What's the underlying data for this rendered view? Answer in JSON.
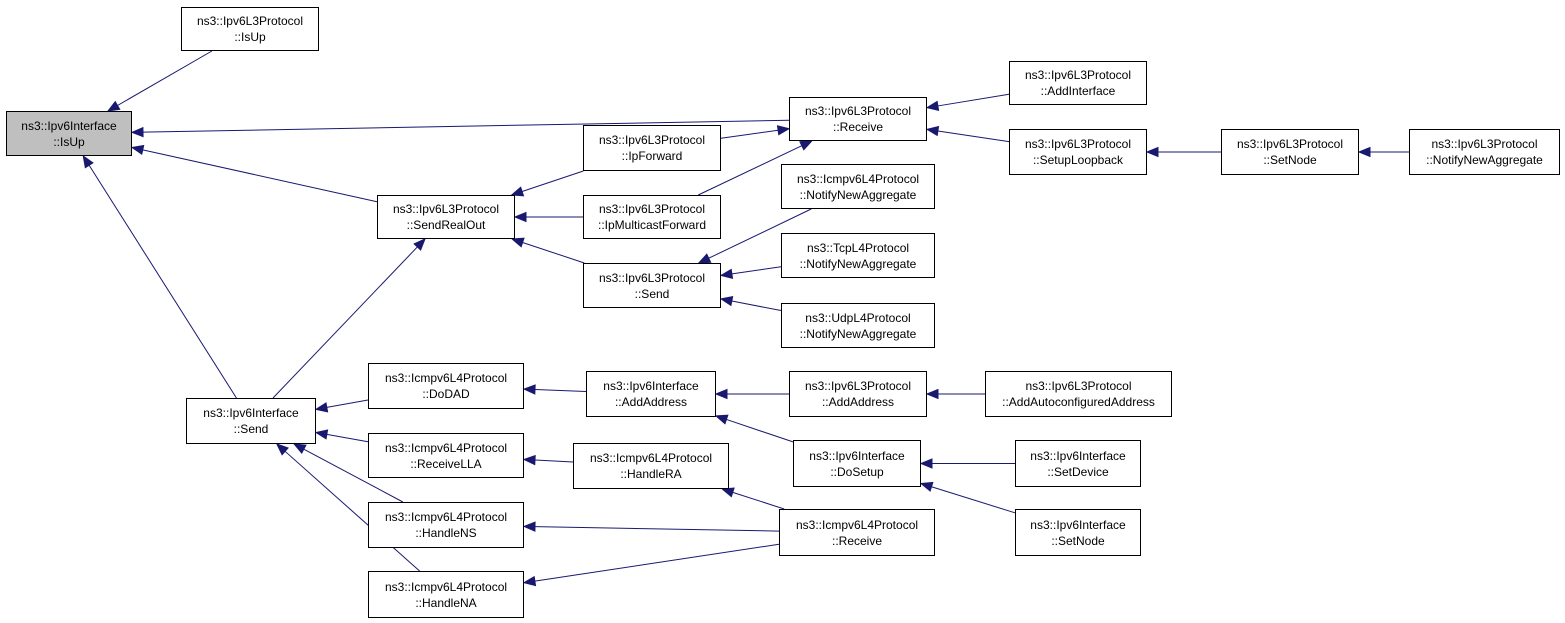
{
  "colors": {
    "edge": "#191970",
    "node_border": "#000000",
    "root_fill": "#bfbfbf",
    "node_fill": "#ffffff"
  },
  "nodes": [
    {
      "id": "root",
      "line1": "ns3::Ipv6Interface",
      "line2": "::IsUp",
      "root": true
    },
    {
      "id": "l3-isup",
      "line1": "ns3::Ipv6L3Protocol",
      "line2": "::IsUp"
    },
    {
      "id": "l3-receive",
      "line1": "ns3::Ipv6L3Protocol",
      "line2": "::Receive"
    },
    {
      "id": "l3-addinterface",
      "line1": "ns3::Ipv6L3Protocol",
      "line2": "::AddInterface"
    },
    {
      "id": "l3-setuploopback",
      "line1": "ns3::Ipv6L3Protocol",
      "line2": "::SetupLoopback"
    },
    {
      "id": "l3-setnode",
      "line1": "ns3::Ipv6L3Protocol",
      "line2": "::SetNode"
    },
    {
      "id": "l3-notifynewaggregate",
      "line1": "ns3::Ipv6L3Protocol",
      "line2": "::NotifyNewAggregate"
    },
    {
      "id": "l3-ipforward",
      "line1": "ns3::Ipv6L3Protocol",
      "line2": "::IpForward"
    },
    {
      "id": "l3-sendrealout",
      "line1": "ns3::Ipv6L3Protocol",
      "line2": "::SendRealOut"
    },
    {
      "id": "l3-ipmulticastforward",
      "line1": "ns3::Ipv6L3Protocol",
      "line2": "::IpMulticastForward"
    },
    {
      "id": "icmp-notifynewaggregate",
      "line1": "ns3::Icmpv6L4Protocol",
      "line2": "::NotifyNewAggregate"
    },
    {
      "id": "tcp-notifynewaggregate",
      "line1": "ns3::TcpL4Protocol",
      "line2": "::NotifyNewAggregate"
    },
    {
      "id": "l3-send",
      "line1": "ns3::Ipv6L3Protocol",
      "line2": "::Send"
    },
    {
      "id": "udp-notifynewaggregate",
      "line1": "ns3::UdpL4Protocol",
      "line2": "::NotifyNewAggregate"
    },
    {
      "id": "iface-send",
      "line1": "ns3::Ipv6Interface",
      "line2": "::Send"
    },
    {
      "id": "icmp-dodad",
      "line1": "ns3::Icmpv6L4Protocol",
      "line2": "::DoDAD"
    },
    {
      "id": "iface-addaddress",
      "line1": "ns3::Ipv6Interface",
      "line2": "::AddAddress"
    },
    {
      "id": "l3-addaddress",
      "line1": "ns3::Ipv6L3Protocol",
      "line2": "::AddAddress"
    },
    {
      "id": "l3-addautoconfiguredaddress",
      "line1": "ns3::Ipv6L3Protocol",
      "line2": "::AddAutoconfiguredAddress"
    },
    {
      "id": "icmp-receivella",
      "line1": "ns3::Icmpv6L4Protocol",
      "line2": "::ReceiveLLA"
    },
    {
      "id": "icmp-handlera",
      "line1": "ns3::Icmpv6L4Protocol",
      "line2": "::HandleRA"
    },
    {
      "id": "iface-dosetup",
      "line1": "ns3::Ipv6Interface",
      "line2": "::DoSetup"
    },
    {
      "id": "iface-setdevice",
      "line1": "ns3::Ipv6Interface",
      "line2": "::SetDevice"
    },
    {
      "id": "icmp-handlens",
      "line1": "ns3::Icmpv6L4Protocol",
      "line2": "::HandleNS"
    },
    {
      "id": "icmp-receive",
      "line1": "ns3::Icmpv6L4Protocol",
      "line2": "::Receive"
    },
    {
      "id": "iface-setnode",
      "line1": "ns3::Ipv6Interface",
      "line2": "::SetNode"
    },
    {
      "id": "icmp-handlena",
      "line1": "ns3::Icmpv6L4Protocol",
      "line2": "::HandleNA"
    }
  ],
  "edges": [
    {
      "from": "l3-isup",
      "to": "root"
    },
    {
      "from": "l3-receive",
      "to": "root"
    },
    {
      "from": "l3-sendrealout",
      "to": "root"
    },
    {
      "from": "iface-send",
      "to": "root"
    },
    {
      "from": "l3-addinterface",
      "to": "l3-receive"
    },
    {
      "from": "l3-setuploopback",
      "to": "l3-receive"
    },
    {
      "from": "l3-ipforward",
      "to": "l3-receive"
    },
    {
      "from": "l3-ipmulticastforward",
      "to": "l3-receive"
    },
    {
      "from": "l3-setnode",
      "to": "l3-setuploopback"
    },
    {
      "from": "l3-notifynewaggregate",
      "to": "l3-setnode"
    },
    {
      "from": "l3-ipforward",
      "to": "l3-sendrealout"
    },
    {
      "from": "l3-ipmulticastforward",
      "to": "l3-sendrealout"
    },
    {
      "from": "l3-send",
      "to": "l3-sendrealout"
    },
    {
      "from": "icmp-notifynewaggregate",
      "to": "l3-send"
    },
    {
      "from": "tcp-notifynewaggregate",
      "to": "l3-send"
    },
    {
      "from": "udp-notifynewaggregate",
      "to": "l3-send"
    },
    {
      "from": "iface-send",
      "to": "l3-sendrealout"
    },
    {
      "from": "icmp-dodad",
      "to": "iface-send"
    },
    {
      "from": "icmp-receivella",
      "to": "iface-send"
    },
    {
      "from": "icmp-handlens",
      "to": "iface-send"
    },
    {
      "from": "icmp-handlena",
      "to": "iface-send"
    },
    {
      "from": "iface-addaddress",
      "to": "icmp-dodad"
    },
    {
      "from": "l3-addaddress",
      "to": "iface-addaddress"
    },
    {
      "from": "iface-dosetup",
      "to": "iface-addaddress"
    },
    {
      "from": "l3-addautoconfiguredaddress",
      "to": "l3-addaddress"
    },
    {
      "from": "icmp-handlera",
      "to": "icmp-receivella"
    },
    {
      "from": "icmp-receive",
      "to": "icmp-handlera"
    },
    {
      "from": "icmp-receive",
      "to": "icmp-handlens"
    },
    {
      "from": "icmp-receive",
      "to": "icmp-handlena"
    },
    {
      "from": "iface-setdevice",
      "to": "iface-dosetup"
    },
    {
      "from": "iface-setnode",
      "to": "iface-dosetup"
    }
  ]
}
